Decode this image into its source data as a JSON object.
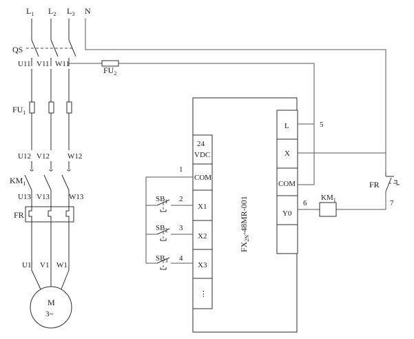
{
  "phases": {
    "l1": {
      "base": "L",
      "sub": "1"
    },
    "l2": {
      "base": "L",
      "sub": "2"
    },
    "l3": {
      "base": "L",
      "sub": "3"
    },
    "n": "N"
  },
  "power_circuit": {
    "switch_label": "QS",
    "row1": [
      "U11",
      "V11",
      "W11"
    ],
    "fuse1": {
      "base": "FU",
      "sub": "1"
    },
    "fuse2": {
      "base": "FU",
      "sub": "2"
    },
    "row2": [
      "U12",
      "V12",
      "W12"
    ],
    "contactor": {
      "base": "KM",
      "sub": "1"
    },
    "row3": [
      "U13",
      "V13",
      "W13"
    ],
    "overload_label": "FR",
    "row4": [
      "U1",
      "V1",
      "W1"
    ],
    "motor": {
      "symbol": "M",
      "phase": "3~"
    }
  },
  "plc": {
    "model": "FX",
    "model_sub": "2N",
    "model_rest": "-48MR-001",
    "left_terminals": [
      {
        "label_top": "24",
        "label_bottom": "VDC"
      },
      {
        "label": "COM"
      },
      {
        "label": "X1"
      },
      {
        "label": "X2"
      },
      {
        "label": "X3"
      },
      {
        "label": "⋮"
      }
    ],
    "right_terminals": [
      {
        "label": "L"
      },
      {
        "label": "X"
      },
      {
        "label": "COM"
      },
      {
        "label": "Y0"
      }
    ]
  },
  "inputs": {
    "sb1": {
      "base": "SB",
      "sub": "1"
    },
    "sb2": {
      "base": "SB",
      "sub": "2"
    },
    "sb3": {
      "base": "SB",
      "sub": "3"
    }
  },
  "node_numbers": {
    "n1": "1",
    "n2": "2",
    "n3": "3",
    "n4": "4",
    "n5": "5",
    "n6": "6",
    "n7": "7"
  },
  "output": {
    "coil": {
      "base": "KM",
      "sub": "1"
    },
    "fr_contact": "FR"
  }
}
